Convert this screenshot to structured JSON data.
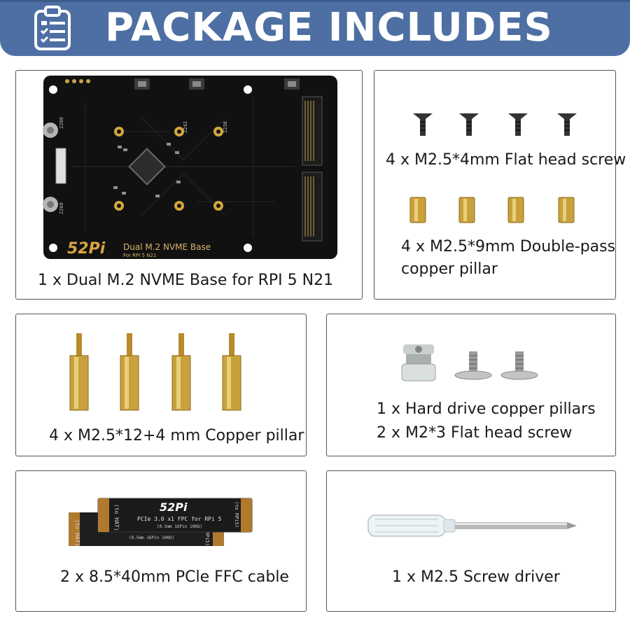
{
  "header": {
    "title": "PACKAGE INCLUDES",
    "icon": "clipboard-checklist-icon",
    "colors": {
      "banner": "#4d6fa3",
      "text": "#ffffff"
    }
  },
  "items": {
    "board": {
      "caption": "1 x Dual M.2 NVME Base for RPI 5 N21",
      "brand": "52Pi",
      "board_title": "Dual M.2 NVME Base",
      "board_subtitle": "For RPI 5 N21",
      "silk_2280": "2280",
      "silk_2242": "2242",
      "silk_2230": "2230",
      "silk_2260": "2260"
    },
    "flat_screw": {
      "caption": "4 x M2.5*4mm Flat head screw"
    },
    "double_pass_pillar": {
      "caption_line1": "4 x M2.5*9mm Double-pass",
      "caption_line2": "copper pillar"
    },
    "copper_pillar": {
      "caption": "4 x M2.5*12+4 mm Copper pillar"
    },
    "hdd_parts": {
      "caption_line1": "1 x Hard drive copper pillars",
      "caption_line2": "2 x M2*3  Flat head screw"
    },
    "ffc_cable": {
      "caption": "2 x 8.5*40mm PCle FFC cable",
      "brand": "52Pi",
      "line1": "PCIe 3.0 x1 FPC for RPi 5",
      "line2": "(0.5mm 16Pin 100Ω)",
      "line3": "(0.5mm 16Pin 100Ω)",
      "left_tag": "(to HAT)",
      "right_tag": "(to RPi5)",
      "back_tag": "(to HAT)",
      "back_right": "(to RPi5)"
    },
    "screwdriver": {
      "caption": "1 x M2.5 Screw driver"
    }
  }
}
